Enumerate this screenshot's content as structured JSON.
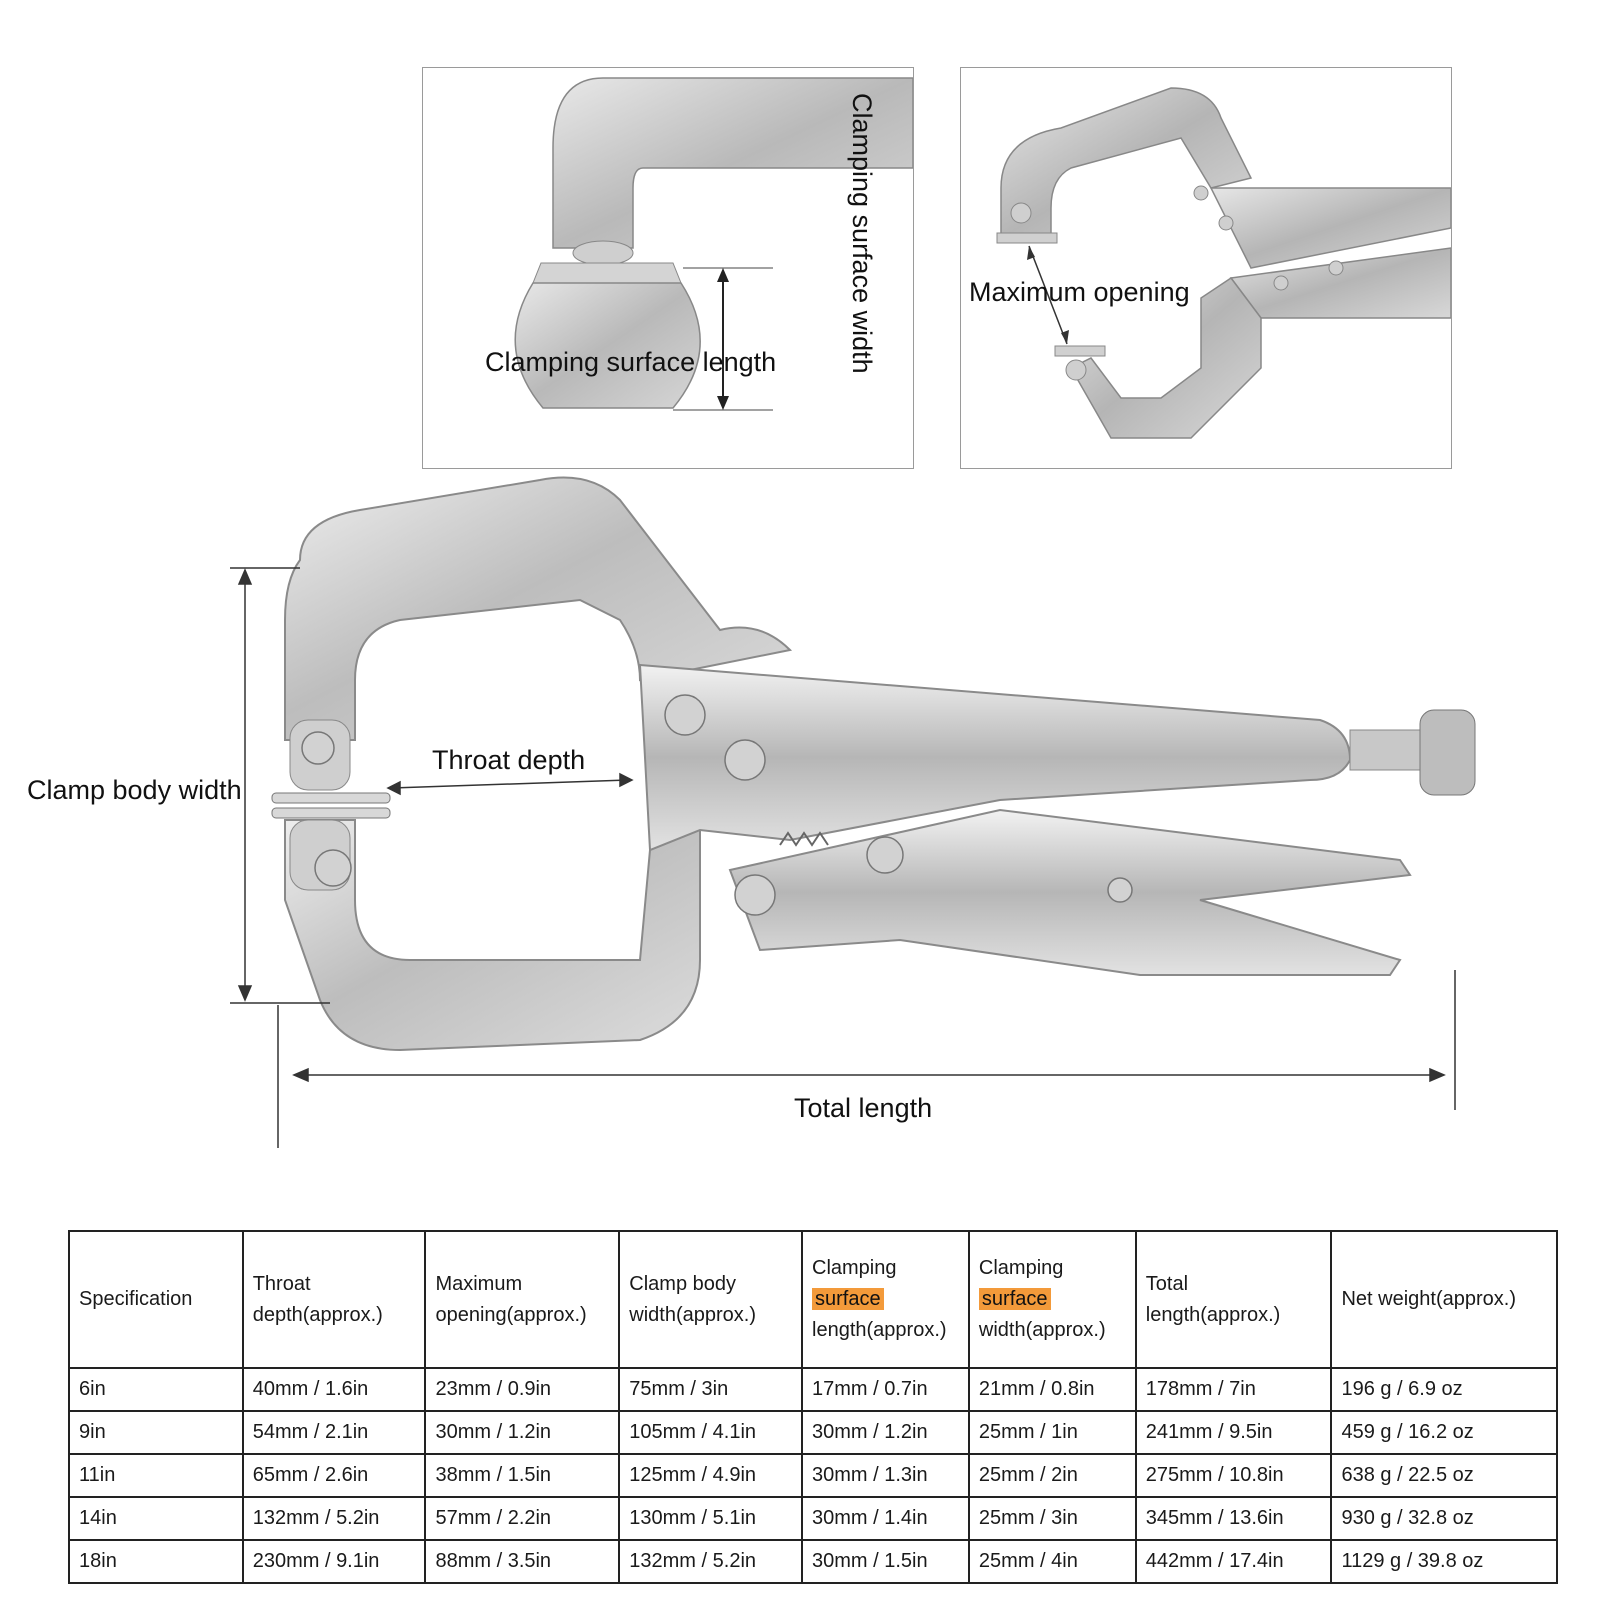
{
  "figure": {
    "labels": {
      "clamping_surface_length": "Clamping surface length",
      "clamping_surface_width": "Clamping surface width",
      "maximum_opening": "Maximum opening",
      "clamp_body_width": "Clamp body width",
      "throat_depth": "Throat depth",
      "total_length": "Total length"
    }
  },
  "table": {
    "headers": [
      {
        "lines": [
          "Specification"
        ]
      },
      {
        "lines": [
          "Throat",
          "depth(approx.)"
        ]
      },
      {
        "lines": [
          "Maximum",
          "opening(approx.)"
        ]
      },
      {
        "lines": [
          "Clamp body",
          "width(approx.)"
        ]
      },
      {
        "lines": [
          "Clamping",
          "surface",
          "length(approx.)"
        ],
        "highlight_index": 1
      },
      {
        "lines": [
          "Clamping",
          "surface",
          "width(approx.)"
        ],
        "highlight_index": 1
      },
      {
        "lines": [
          "Total",
          "length(approx.)"
        ]
      },
      {
        "lines": [
          "Net weight(approx.)"
        ]
      }
    ],
    "rows": [
      [
        "6in",
        "40mm / 1.6in",
        "23mm / 0.9in",
        "75mm / 3in",
        "17mm / 0.7in",
        "21mm / 0.8in",
        "178mm / 7in",
        "196 g / 6.9 oz"
      ],
      [
        "9in",
        "54mm / 2.1in",
        "30mm / 1.2in",
        "105mm / 4.1in",
        "30mm / 1.2in",
        "25mm / 1in",
        "241mm / 9.5in",
        "459 g / 16.2 oz"
      ],
      [
        "11in",
        "65mm / 2.6in",
        "38mm / 1.5in",
        "125mm / 4.9in",
        "30mm / 1.3in",
        "25mm / 2in",
        "275mm / 10.8in",
        "638 g / 22.5 oz"
      ],
      [
        "14in",
        "132mm / 5.2in",
        "57mm / 2.2in",
        "130mm / 5.1in",
        "30mm / 1.4in",
        "25mm / 3in",
        "345mm / 13.6in",
        "930 g / 32.8 oz"
      ],
      [
        "18in",
        "230mm / 9.1in",
        "88mm / 3.5in",
        "132mm / 5.2in",
        "30mm / 1.5in",
        "25mm / 4in",
        "442mm / 17.4in",
        "1129 g / 39.8 oz"
      ]
    ],
    "highlight_color": "#f39a3a"
  }
}
